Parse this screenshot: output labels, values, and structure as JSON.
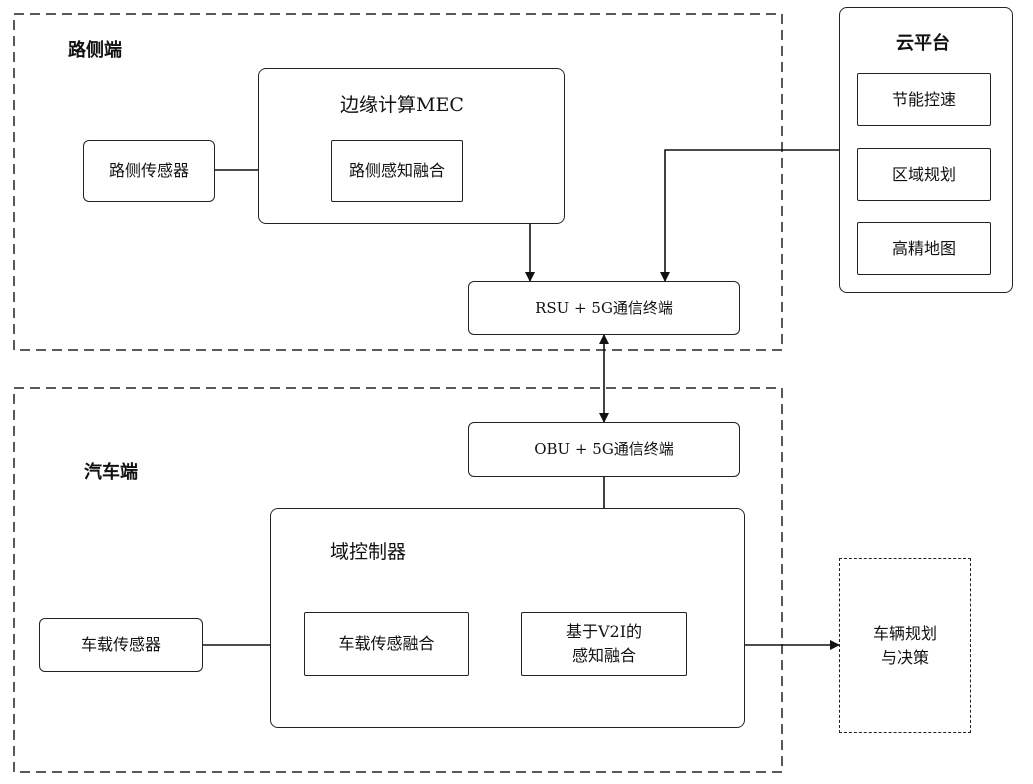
{
  "roadside": {
    "group_label": "路侧端",
    "mec_label": "边缘计算MEC",
    "sensor": "路侧传感器",
    "fusion": "路侧感知融合",
    "rsu": "RSU + 5G通信终端"
  },
  "cloud": {
    "title": "云平台",
    "items": [
      "节能控速",
      "区域规划",
      "高精地图"
    ]
  },
  "vehicle": {
    "group_label": "汽车端",
    "obu": "OBU + 5G通信终端",
    "domain_label": "域控制器",
    "sensor": "车载传感器",
    "sensor_fusion": "车载传感融合",
    "v2i_fusion": "基于V2I的\n感知融合"
  },
  "decision": "车辆规划\n与决策",
  "colors": {
    "stroke": "#222222",
    "background": "#ffffff"
  }
}
